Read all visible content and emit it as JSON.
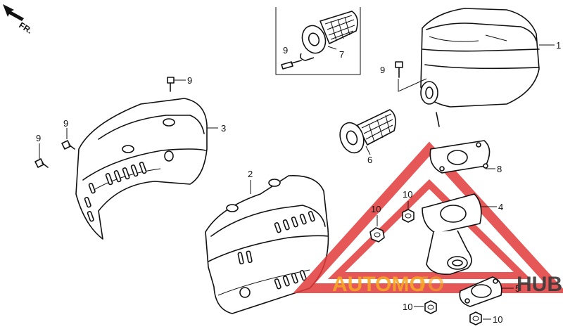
{
  "direction_label": "FR.",
  "part_numbers": {
    "p1": "1",
    "p2": "2",
    "p3": "3",
    "p4": "4",
    "p5": "5",
    "p6": "6",
    "p7": "7",
    "p8": "8",
    "p9a": "9",
    "p9b": "9",
    "p9c": "9",
    "p9d": "9",
    "p9e": "9",
    "p10a": "10",
    "p10b": "10",
    "p10c": "10",
    "p10d": "10"
  },
  "watermark": {
    "left": "AUTOMO",
    "middle": "TO",
    "right": "HUB",
    "accent_color": "#e23a3a",
    "orange_color": "#f5a623",
    "dark_color": "#3a3a3a"
  }
}
